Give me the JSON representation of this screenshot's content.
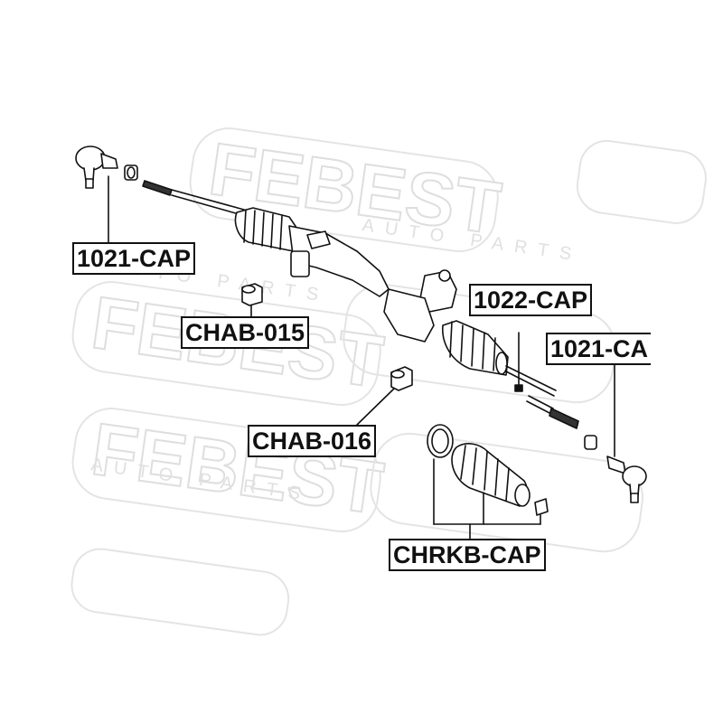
{
  "watermark": {
    "brand": "FEBEST",
    "sub": "AUTO PARTS"
  },
  "parts": {
    "tie_rod_end_left": "1021-CAP",
    "bushing_upper": "CHAB-015",
    "tie_rod": "1022-CAP",
    "tie_rod_end_right": "1021-CA",
    "bushing_lower": "CHAB-016",
    "boot_kit": "CHRKB-CAP"
  },
  "colors": {
    "line": "#111111",
    "watermark": "#e2e2e2",
    "label_border": "#111111"
  }
}
